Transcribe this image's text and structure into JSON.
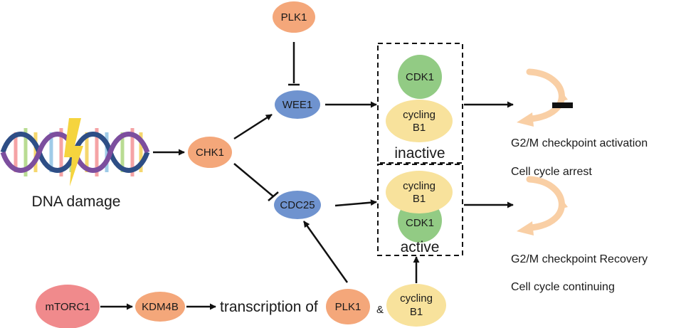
{
  "colors": {
    "orange": "#F4A77A",
    "blue": "#6F93CF",
    "green": "#92CB84",
    "yellow": "#F8E29C",
    "pink": "#F08A8C",
    "arc_arrow": "#F9CFA5",
    "lightning": "#F5D43E",
    "line": "#111111"
  },
  "nodes": {
    "plk1_top": "PLK1",
    "wee1": "WEE1",
    "chk1": "CHK1",
    "cdc25": "CDC25",
    "cdk1_inactive": "CDK1",
    "cycling_b1_inactive_l1": "cycling",
    "cycling_b1_inactive_l2": "B1",
    "cycling_b1_active_l1": "cycling",
    "cycling_b1_active_l2": "B1",
    "cdk1_active": "CDK1",
    "mtorc1": "mTORC1",
    "kdm4b": "KDM4B",
    "plk1_bottom": "PLK1",
    "cycling_b1_bottom_l1": "cycling",
    "cycling_b1_bottom_l2": "B1"
  },
  "labels": {
    "dna_damage": "DNA damage",
    "inactive": "inactive",
    "active": "active",
    "transcription_of": "transcription of",
    "ampersand": "&",
    "checkpoint_activation": "G2/M checkpoint activation",
    "cell_cycle_arrest": "Cell cycle arrest",
    "checkpoint_recovery": "G2/M checkpoint Recovery",
    "cell_cycle_continuing": "Cell cycle continuing"
  },
  "icons": {
    "dna": "dna-helix-icon",
    "lightning": "lightning-bolt-icon",
    "cycle_arrest": "curved-arrow-blocked-icon",
    "cycle_continue": "curved-arrow-icon"
  }
}
